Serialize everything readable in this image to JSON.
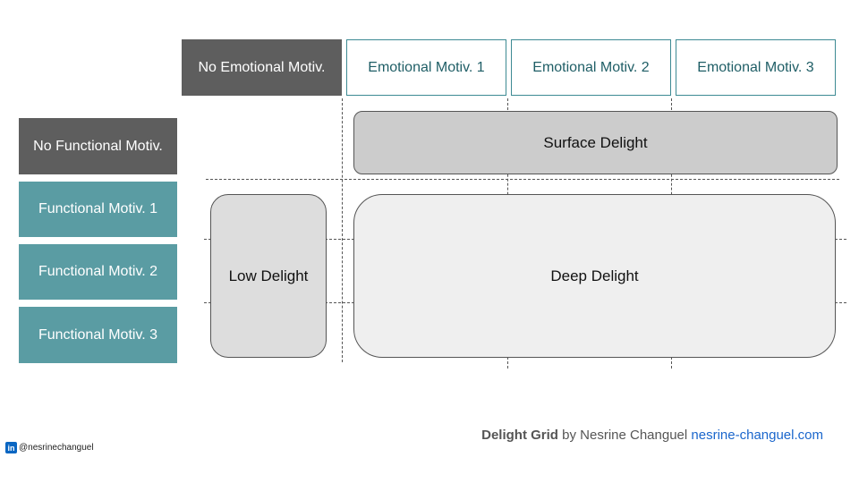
{
  "columns": {
    "none": "No Emotional Motiv.",
    "e1": "Emotional Motiv. 1",
    "e2": "Emotional Motiv. 2",
    "e3": "Emotional Motiv. 3"
  },
  "rows": {
    "none": "No Functional Motiv.",
    "f1": "Functional Motiv. 1",
    "f2": "Functional Motiv. 2",
    "f3": "Functional Motiv. 3"
  },
  "regions": {
    "surface": "Surface Delight",
    "low": "Low Delight",
    "deep": "Deep Delight"
  },
  "footer": {
    "title": "Delight Grid",
    "by": "by Nesrine Changuel",
    "link": "nesrine-changuel.com"
  },
  "social": {
    "badge": "in",
    "handle": "@nesrinechanguel"
  },
  "colors": {
    "teal": "#5a9ca3",
    "dark_gray": "#5e5e5e",
    "surface_fill": "#cccccc",
    "low_fill": "#dddddd",
    "deep_fill": "#efefef",
    "link": "#1a66cc"
  }
}
